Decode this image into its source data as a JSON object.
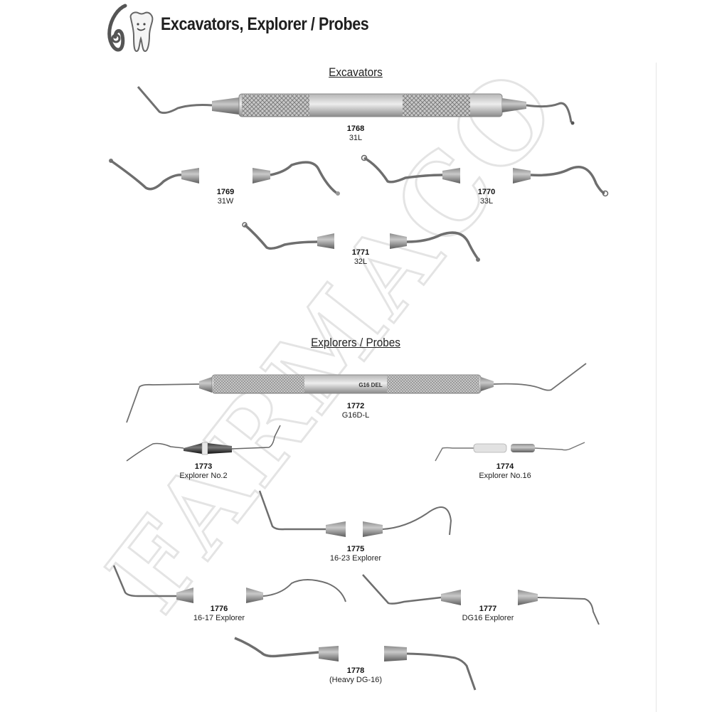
{
  "title": "Excavators, Explorer / Probes",
  "watermark": "FARMACO",
  "colors": {
    "steel_dark": "#6a6a6a",
    "steel_mid": "#9a9a9a",
    "steel_light": "#d6d6d6",
    "handle_black": "#1c1c1c",
    "watermark": "#e8e8e8"
  },
  "sections": {
    "excavators": {
      "heading": "Excavators",
      "items": [
        {
          "code": "1768",
          "name": "31L"
        },
        {
          "code": "1769",
          "name": "31W"
        },
        {
          "code": "1770",
          "name": "33L"
        },
        {
          "code": "1771",
          "name": "32L"
        }
      ]
    },
    "explorers": {
      "heading": "Explorers / Probes",
      "handle_engraving": "G16 DEL",
      "items": [
        {
          "code": "1772",
          "name": "G16D-L"
        },
        {
          "code": "1773",
          "name": "Explorer No.2"
        },
        {
          "code": "1774",
          "name": "Explorer No.16"
        },
        {
          "code": "1775",
          "name": "16-23 Explorer"
        },
        {
          "code": "1776",
          "name": "16-17 Explorer"
        },
        {
          "code": "1777",
          "name": "DG16 Explorer"
        },
        {
          "code": "1778",
          "name": "(Heavy DG-16)"
        }
      ]
    }
  }
}
